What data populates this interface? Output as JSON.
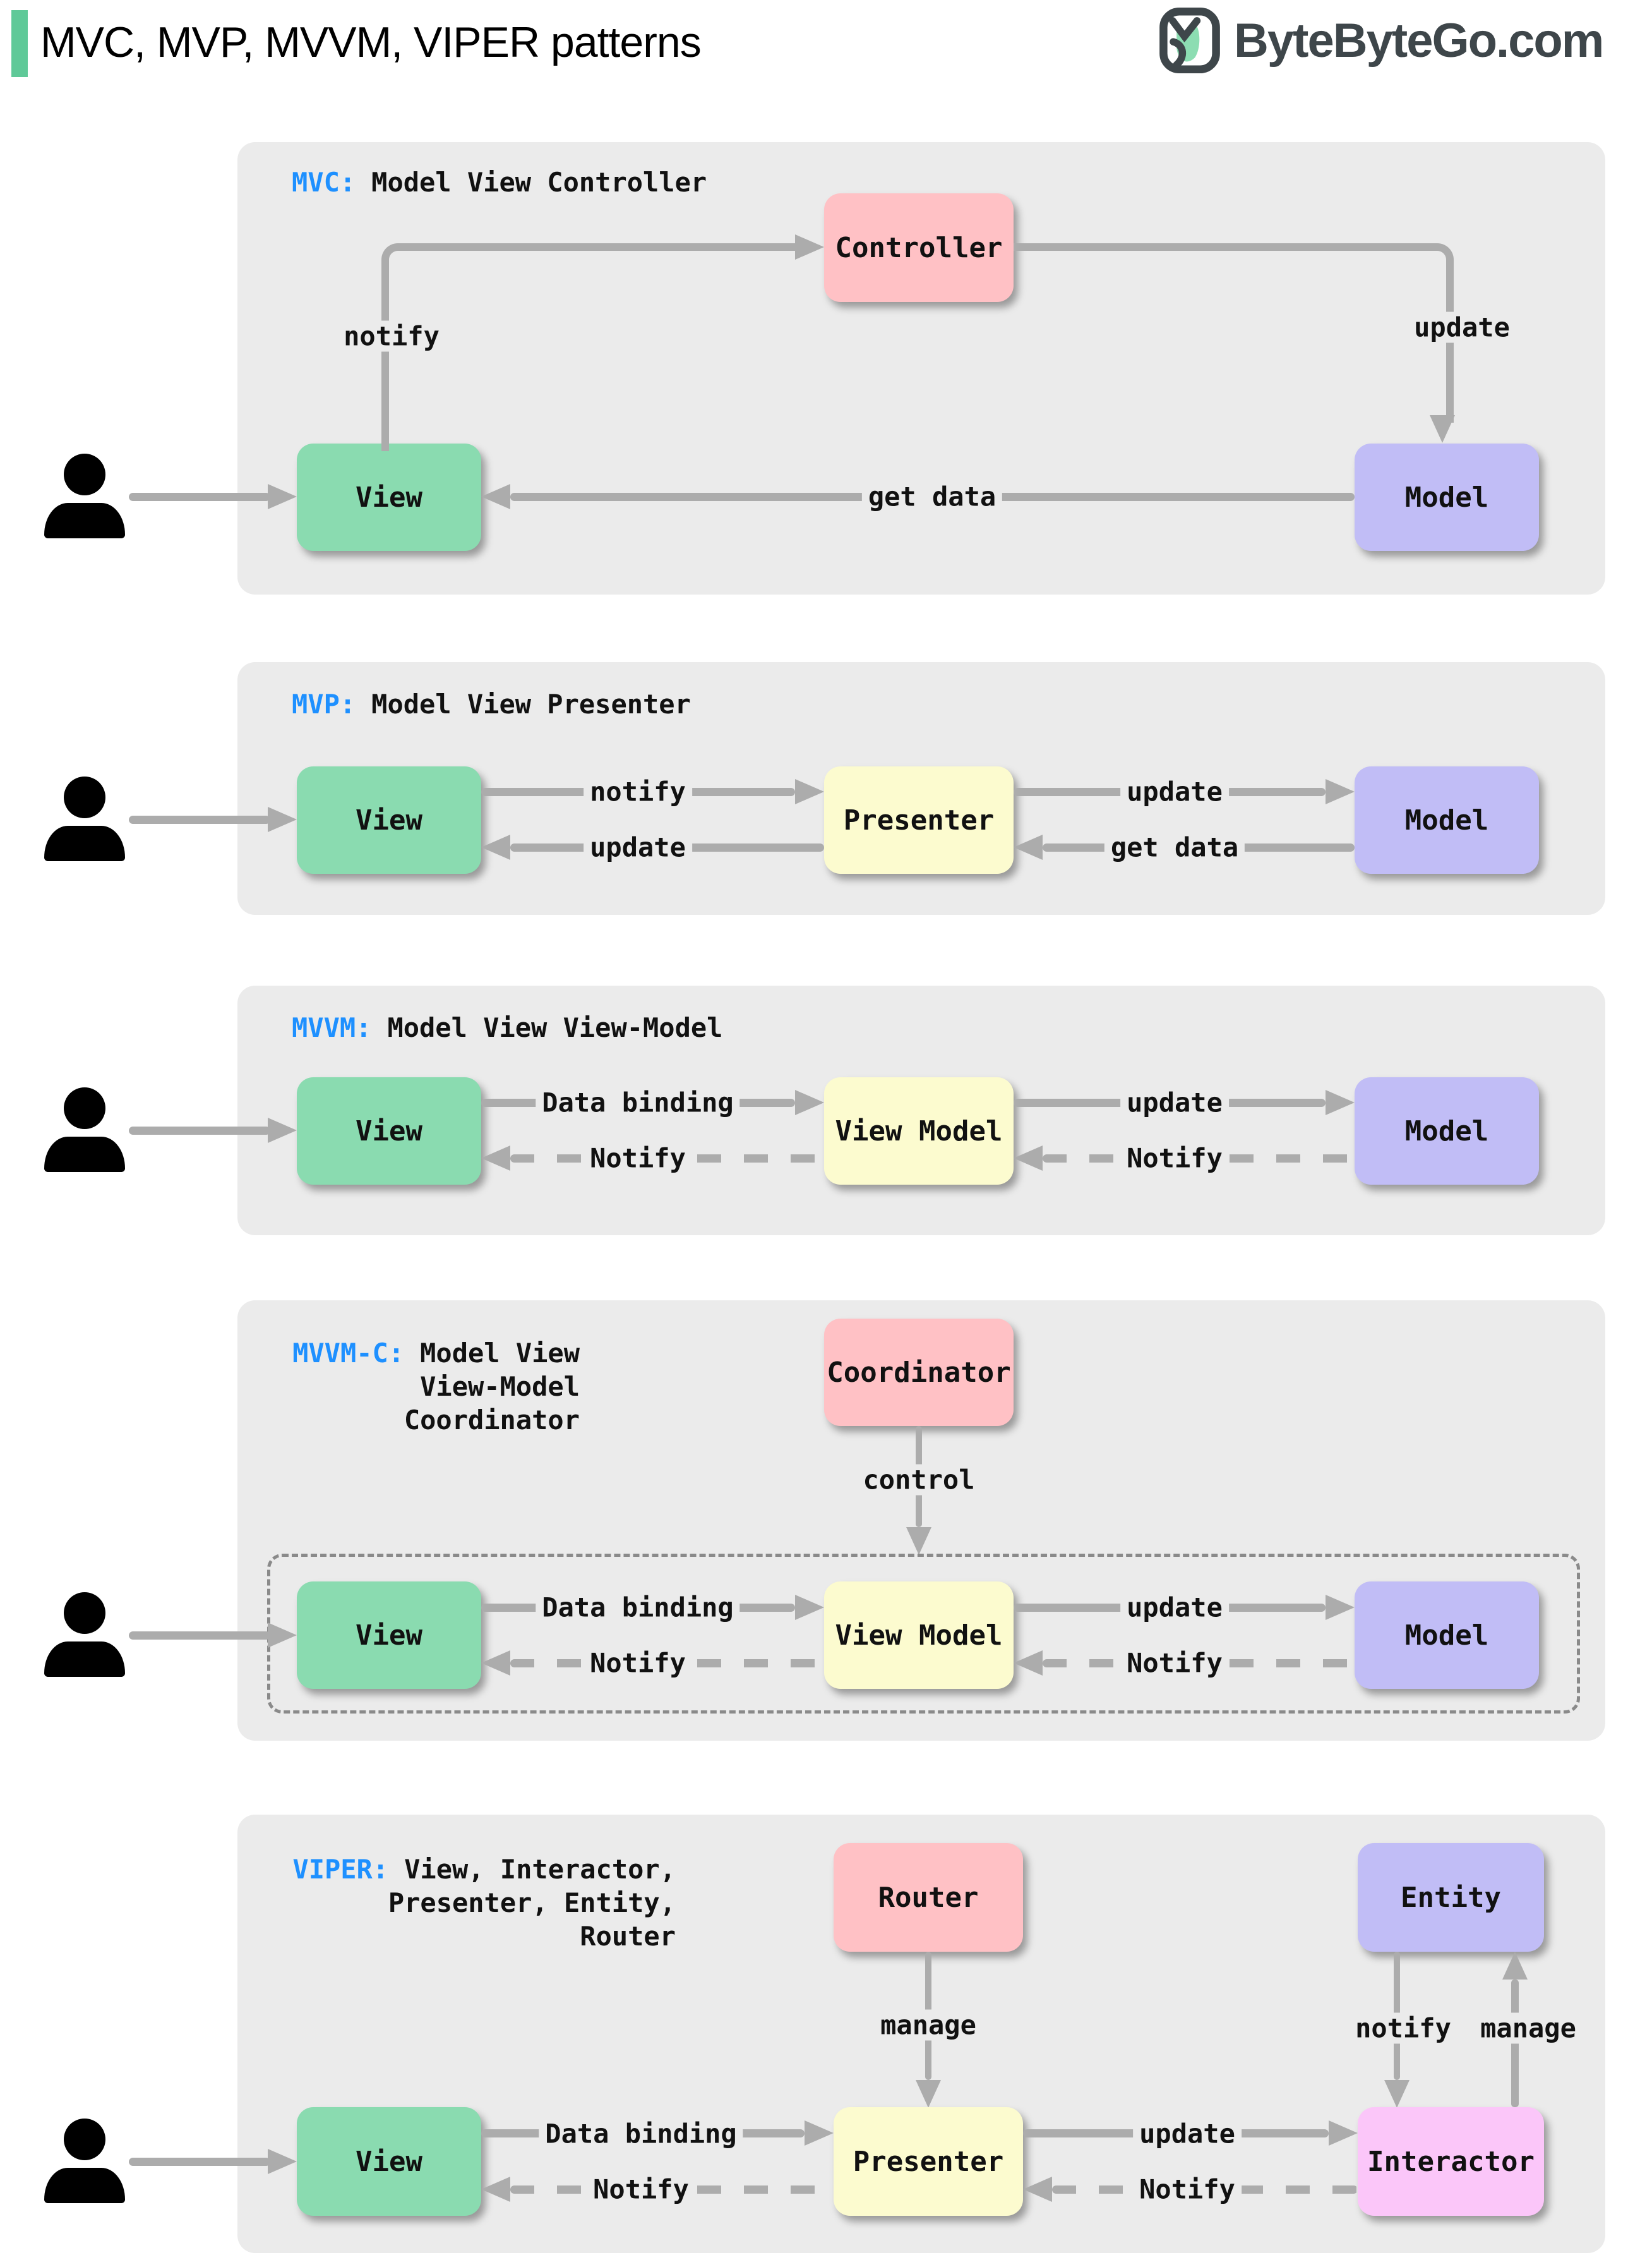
{
  "header": {
    "title": "MVC, MVP, MVVM, VIPER patterns",
    "logo_text": "ByteByteGo.com"
  },
  "colors": {
    "accent_green": "#5FC998",
    "panel_bg": "#EBEBEB",
    "abbr_blue": "#1E90FF",
    "arrow_gray": "#ACACAC",
    "node_view_green": "#8ADBB0",
    "node_presenter_yellow": "#FCFBCF",
    "node_model_purple": "#C1BDF6",
    "node_controller_pink": "#FFC1C5",
    "node_interactor_magenta": "#FBC6F9",
    "logo_dark": "#3E464A"
  },
  "panels": [
    {
      "abbr": "MVC:",
      "title": "Model View Controller",
      "boxes": {
        "controller": "Controller",
        "view": "View",
        "model": "Model"
      },
      "labels": {
        "notify": "notify",
        "update": "update",
        "get_data": "get data"
      }
    },
    {
      "abbr": "MVP:",
      "title": "Model View Presenter",
      "boxes": {
        "view": "View",
        "presenter": "Presenter",
        "model": "Model"
      },
      "labels": {
        "notify": "notify",
        "update_top": "update",
        "update_bottom": "update",
        "get_data": "get data"
      }
    },
    {
      "abbr": "MVVM:",
      "title": "Model View View-Model",
      "boxes": {
        "view": "View",
        "view_model": "View Model",
        "model": "Model"
      },
      "labels": {
        "data_binding": "Data binding",
        "update": "update",
        "notify_mid": "Notify",
        "notify_right": "Notify"
      }
    },
    {
      "abbr": "MVVM-C:",
      "title_lines": [
        "Model View",
        "View-Model",
        "Coordinator"
      ],
      "boxes": {
        "coordinator": "Coordinator",
        "view": "View",
        "view_model": "View Model",
        "model": "Model"
      },
      "labels": {
        "control": "control",
        "data_binding": "Data binding",
        "update": "update",
        "notify_mid": "Notify",
        "notify_right": "Notify"
      }
    },
    {
      "abbr": "VIPER:",
      "title_lines": [
        "View, Interactor,",
        "Presenter, Entity,",
        "Router"
      ],
      "boxes": {
        "router": "Router",
        "entity": "Entity",
        "view": "View",
        "presenter": "Presenter",
        "interactor": "Interactor"
      },
      "labels": {
        "manage_router": "manage",
        "notify_entity": "notify",
        "manage_entity": "manage",
        "data_binding": "Data binding",
        "update": "update",
        "notify_mid": "Notify",
        "notify_right": "Notify"
      }
    }
  ]
}
